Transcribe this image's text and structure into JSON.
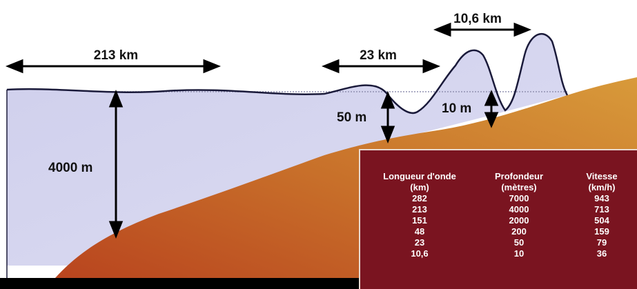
{
  "colors": {
    "sky": "#ffffff",
    "water": "#d6d6f0",
    "seafloor": "#c8702a",
    "table_background": "#7a1420",
    "table_text": "#ffffff",
    "arrows": "#000000"
  },
  "labels": {
    "wavelength_open_ocean": "213 km",
    "wavelength_shelf": "23 km",
    "wavelength_shore": "10,6 km",
    "depth_open_ocean": "4000 m",
    "depth_shelf": "50 m",
    "depth_shore": "10 m"
  },
  "table": {
    "headers": [
      [
        "Longueur d'onde",
        "(km)"
      ],
      [
        "Profondeur",
        "(mètres)"
      ],
      [
        "Vitesse",
        "(km/h)"
      ]
    ],
    "rows": [
      [
        "282",
        "7000",
        "943"
      ],
      [
        "213",
        "4000",
        "713"
      ],
      [
        "151",
        "2000",
        "504"
      ],
      [
        "48",
        "200",
        "159"
      ],
      [
        "23",
        "50",
        "79"
      ],
      [
        "10,6",
        "10",
        "36"
      ]
    ]
  }
}
